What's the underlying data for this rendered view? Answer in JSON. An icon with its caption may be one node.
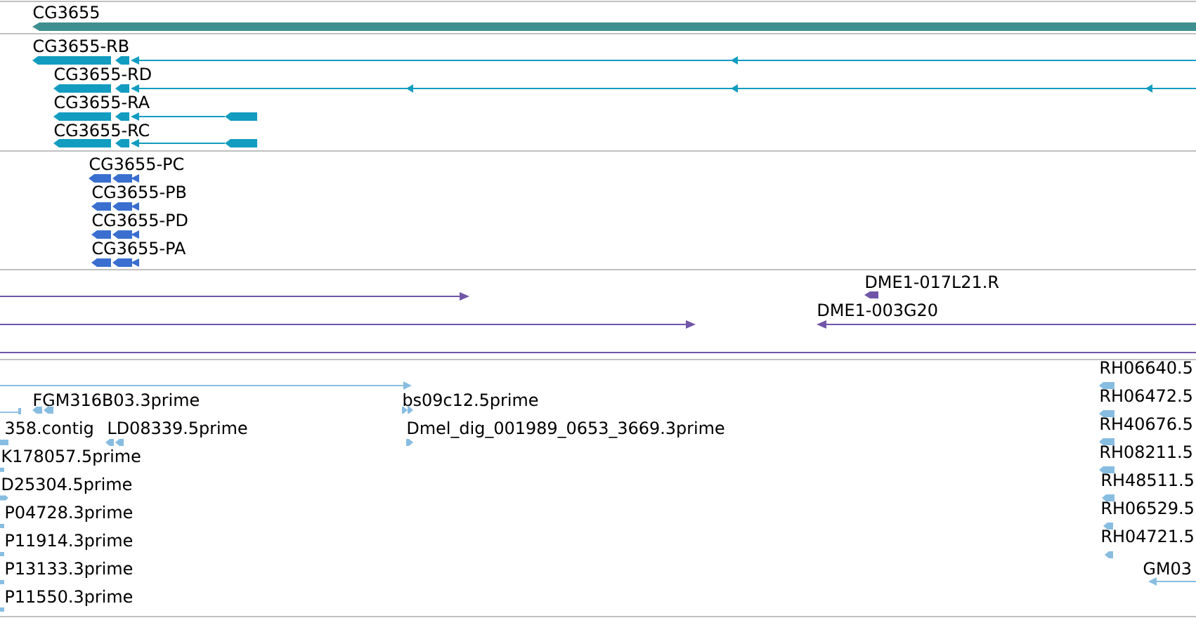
{
  "diagram": {
    "labels": [
      "CG3655",
      "CG3655-RB",
      "CG3655-RD",
      "CG3655-RA",
      "CG3655-RC",
      "CG3655-PC",
      "CG3655-PB",
      "CG3655-PD",
      "CG3655-PA",
      "DME1-017L21.R",
      "DME1-003G20",
      "RH06640.5",
      "FGM316B03.3prime",
      "bs09c12.5prime",
      "RH06472.5",
      "358.contig",
      "LD08339.5prime",
      "Dmel_dig_001989_0653_3669.3prime",
      "RH40676.5",
      "K178057.5prime",
      "RH08211.5",
      "D25304.5prime",
      "RH48511.5",
      "P04728.3prime",
      "RH06529.5",
      "P11914.3prime",
      "RH04721.5",
      "P13133.3prime",
      "GM03",
      "P11550.3prime"
    ]
  }
}
